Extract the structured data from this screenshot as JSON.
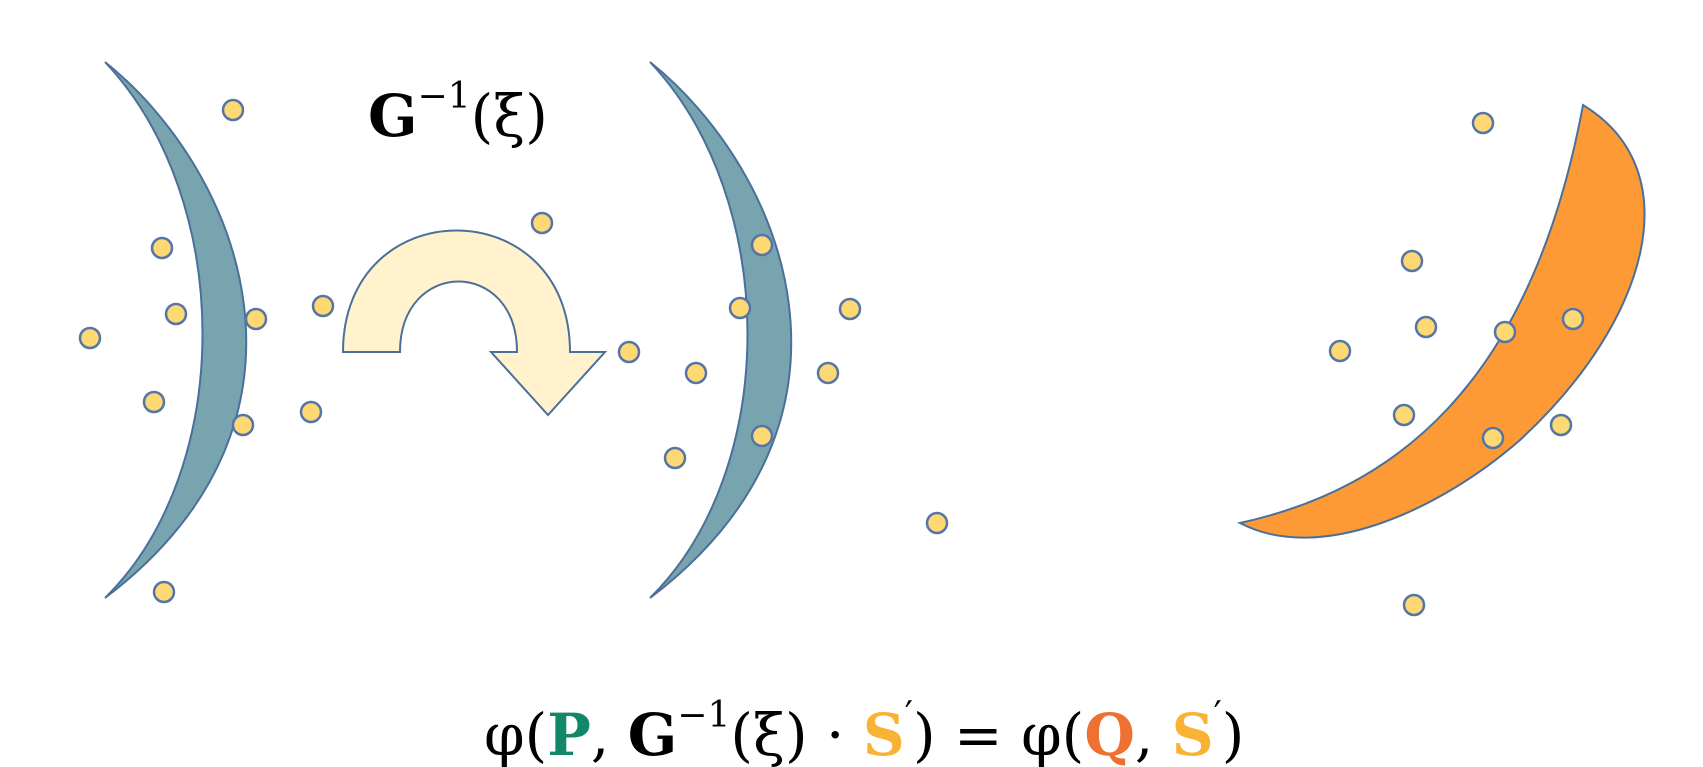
{
  "top_label": {
    "G": "G",
    "exp": "−1",
    "arg": "(ξ)"
  },
  "equation": {
    "phi1": "φ(",
    "P": "P",
    "comma1": ", ",
    "G": "G",
    "exp": "−1",
    "arg": "(ξ) · ",
    "S1": "S",
    "prime1": "′",
    "close_eq": ") = φ(",
    "Q": "Q",
    "comma2": ", ",
    "S2": "S",
    "prime2": "′",
    "close": ")"
  },
  "colors": {
    "crescent_teal": "#78a4b0",
    "crescent_stroke": "#4a6f9a",
    "crescent_orange": "#fd9a35",
    "arrow_fill": "#fff2cc",
    "point_fill": "#fdd873",
    "point_stroke": "#5575a8",
    "P_color": "#12876a",
    "Q_color": "#ef7131",
    "S_color": "#f9b233"
  }
}
